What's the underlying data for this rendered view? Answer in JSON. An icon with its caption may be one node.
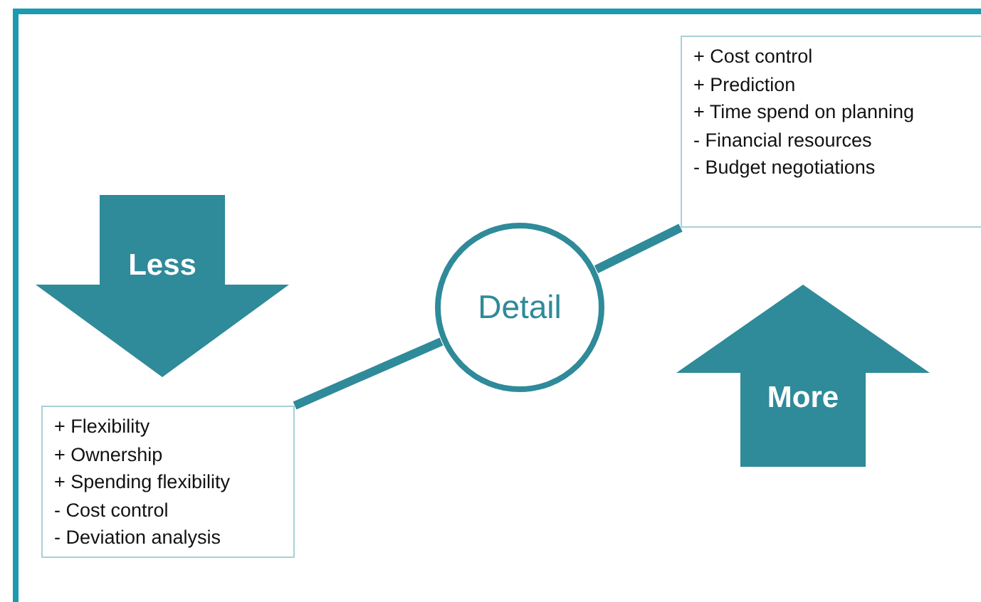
{
  "diagram": {
    "nodes": [
      {
        "text": [
          "Less"
        ]
      },
      {
        "text": [
          "+ Cost control",
          "+ Prediction",
          "+ Time spend on planning",
          "- Financial resources",
          "- Budget negotiations"
        ]
      },
      {
        "text": [
          "Detail"
        ]
      },
      {
        "text": [
          "More"
        ]
      },
      {
        "text": [
          "+ Flexibility",
          "+ Ownership",
          "+ Spending flexibility",
          "- Cost control",
          "- Deviation analysis"
        ]
      }
    ],
    "edges": [
      {
        "from": 4,
        "to": 2,
        "arrow": "none"
      },
      {
        "from": 2,
        "to": 1,
        "arrow": "none"
      }
    ]
  }
}
